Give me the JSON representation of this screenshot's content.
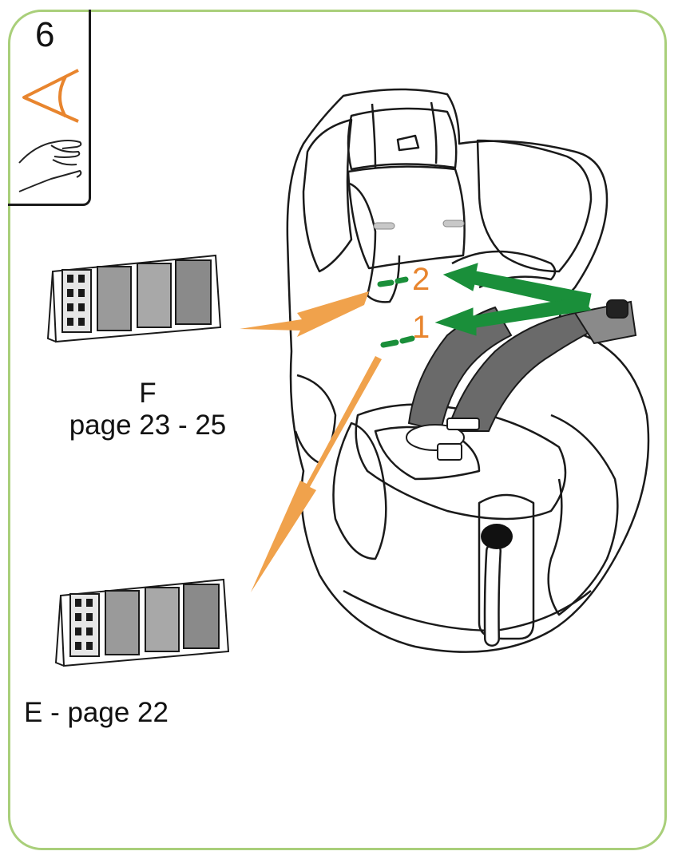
{
  "step": {
    "number": "6"
  },
  "icons": {
    "eye": "eye-icon",
    "hand": "hand-icon"
  },
  "manual_refs": {
    "f": {
      "letter": "F",
      "pages": "page 23 - 25"
    },
    "e": {
      "text": "E - page 22"
    }
  },
  "markers": {
    "one": "1",
    "two": "2"
  },
  "colors": {
    "frame": "#a9cf7a",
    "accent": "#e8852e",
    "arrow": "#1a8f3a",
    "ink": "#1a1a1a",
    "strap": "#6a6a6a"
  }
}
